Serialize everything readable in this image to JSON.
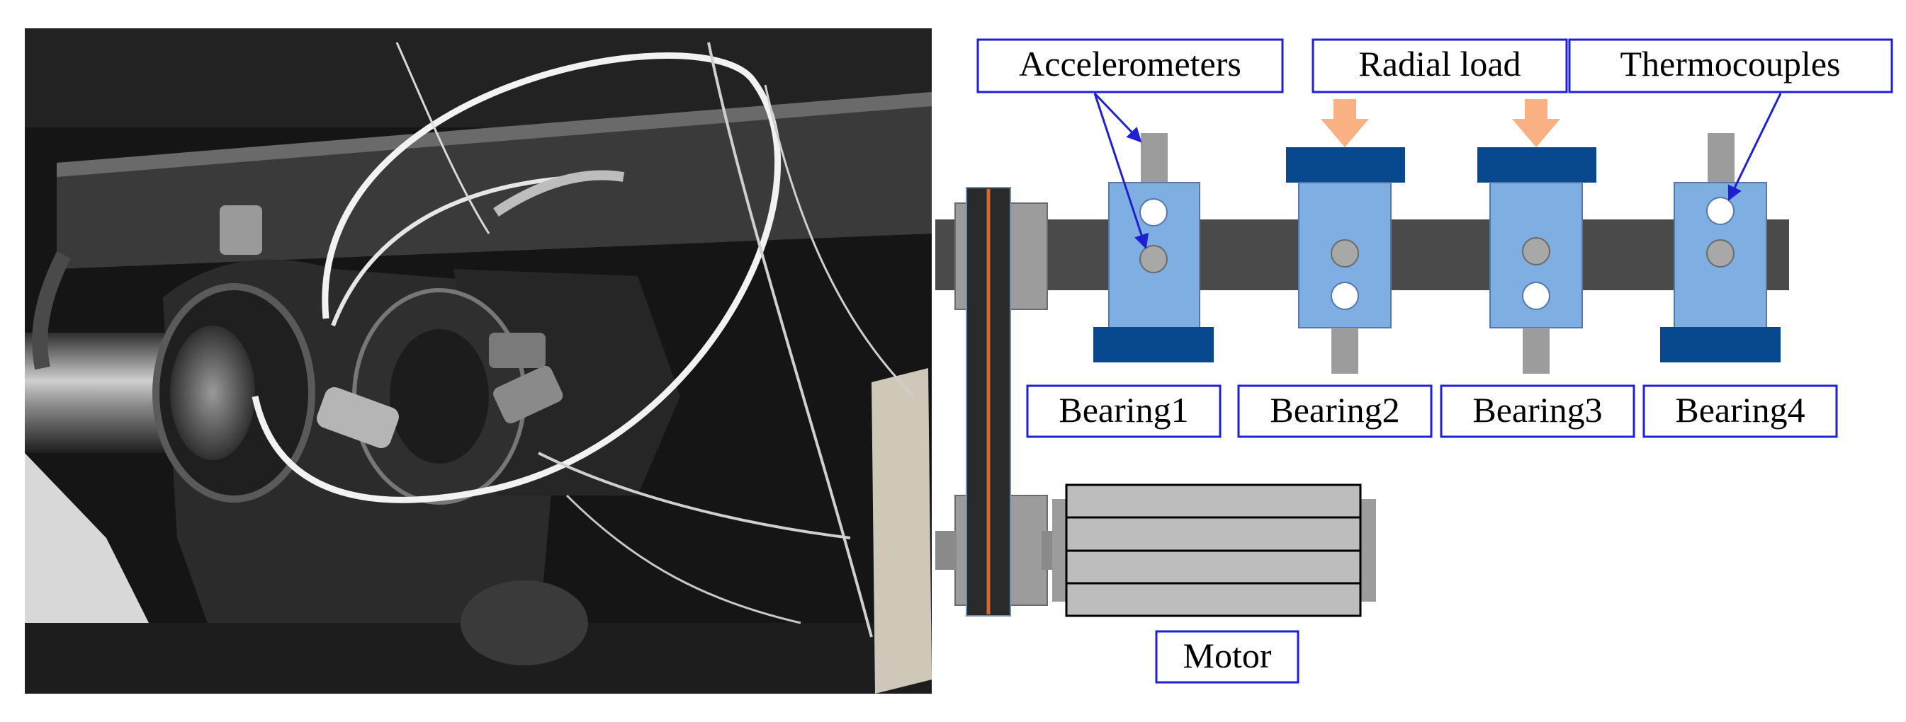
{
  "photo": {
    "description_icon": "test-rig-photo-icon"
  },
  "labels": {
    "accelerometers": "Accelerometers",
    "radial_load": "Radial load",
    "thermocouples": "Thermocouples",
    "bearing1": "Bearing1",
    "bearing2": "Bearing2",
    "bearing3": "Bearing3",
    "bearing4": "Bearing4",
    "motor": "Motor"
  },
  "colors": {
    "label_border": "#1f1fd6",
    "bearing_body": "#7faee3",
    "bearing_base": "#07488f",
    "shaft": "#4a4a4a",
    "sensor_stem": "#9c9c9c",
    "load_arrow": "#f9b083",
    "motor_body": "#bdbdbd",
    "belt": "#2a2a2a",
    "pointer_arrow": "#1f1fd6",
    "thermo_dot": "#ffffff",
    "accel_dot": "#a8a8a8"
  }
}
